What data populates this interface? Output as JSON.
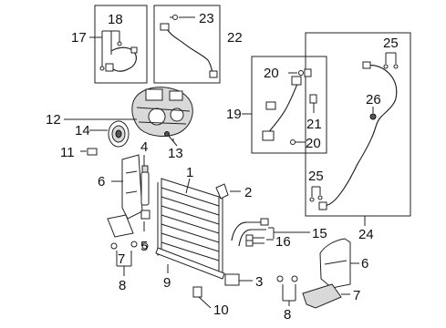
{
  "callouts": {
    "c1": "1",
    "c2": "2",
    "c3": "3",
    "c4": "4",
    "c5": "5",
    "c6a": "6",
    "c6b": "6",
    "c7a": "7",
    "c7b": "7",
    "c8a": "8",
    "c8b": "8",
    "c9": "9",
    "c10": "10",
    "c11": "11",
    "c12": "12",
    "c13": "13",
    "c14": "14",
    "c15": "15",
    "c16": "16",
    "c17": "17",
    "c18": "18",
    "c19": "19",
    "c20a": "20",
    "c20b": "20",
    "c21": "21",
    "c22": "22",
    "c23": "23",
    "c24": "24",
    "c25a": "25",
    "c25b": "25",
    "c26": "26"
  }
}
